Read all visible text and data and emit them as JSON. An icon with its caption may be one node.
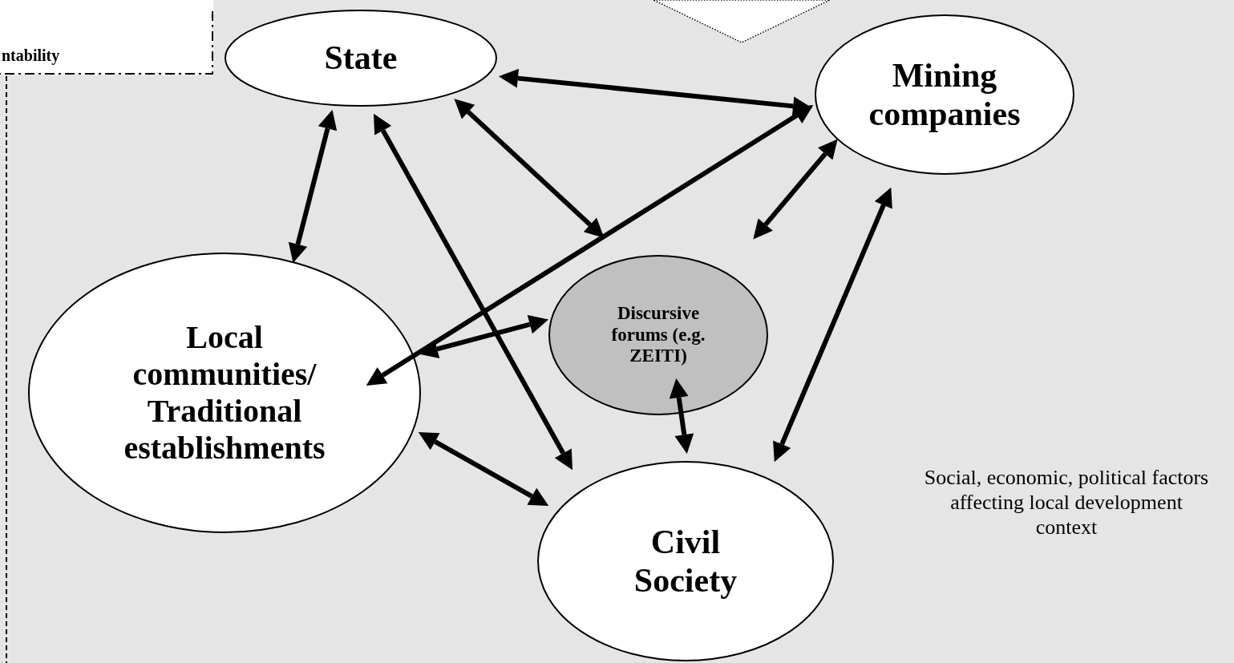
{
  "diagram": {
    "nodes": [
      {
        "text": [
          "ntability"
        ]
      },
      {
        "text": [
          "State"
        ]
      },
      {
        "text": [
          "Mining companies"
        ]
      },
      {
        "text": [
          "Discursive forums (e.g. ZEITI)"
        ]
      },
      {
        "text": [
          "Local communities/ Traditional establishments"
        ]
      },
      {
        "text": [
          "Civil Society"
        ]
      },
      {
        "text": [],
        "shape": "pentagon"
      }
    ],
    "edges": [
      {
        "from": 1,
        "to": 2,
        "arrow": "both"
      },
      {
        "from": 1,
        "to": 3,
        "arrow": "both"
      },
      {
        "from": 1,
        "to": 4,
        "arrow": "both"
      },
      {
        "from": 1,
        "to": 5,
        "arrow": "both"
      },
      {
        "from": 2,
        "to": 4,
        "arrow": "both"
      },
      {
        "from": 2,
        "to": 3,
        "arrow": "both"
      },
      {
        "from": 2,
        "to": 5,
        "arrow": "both"
      },
      {
        "from": 4,
        "to": 3,
        "arrow": "both"
      },
      {
        "from": 4,
        "to": 5,
        "arrow": "both"
      },
      {
        "from": 3,
        "to": 5,
        "arrow": "both"
      }
    ],
    "labels": [
      "Social, economic, political factors affecting local development context"
    ]
  }
}
